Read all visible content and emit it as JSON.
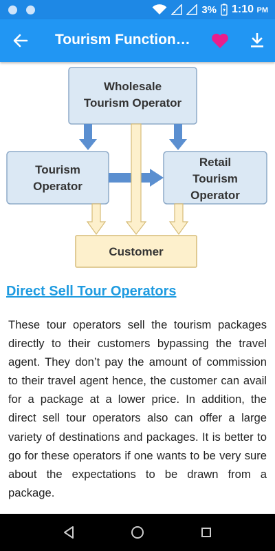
{
  "status_bar": {
    "battery_percent": "3%",
    "time": "1:10",
    "meridiem": "PM"
  },
  "app_bar": {
    "title": "Tourism Functiona…",
    "icons": {
      "back": "arrow-back-icon",
      "favorite": "heart-icon",
      "download": "download-icon"
    },
    "favorite_color": "#e91e8c",
    "background_color": "#2196f3"
  },
  "diagram": {
    "wholesale_line1": "Wholesale",
    "wholesale_line2": "Tourism Operator",
    "tourism_line1": "Tourism",
    "tourism_line2": "Operator",
    "retail_line1": "Retail",
    "retail_line2": "Tourism",
    "retail_line3": "Operator",
    "customer": "Customer"
  },
  "content": {
    "section_link": "Direct Sell Tour Operators",
    "paragraph": "These tour operators sell the tourism packages directly to their customers bypassing the travel agent. They don’t pay the amount of commission to their travel agent hence, the customer can avail for a package at a lower price. In addition, the direct sell tour operators also can offer a large variety of destinations and packages. It is better to go for these operators if one wants to be very sure about the expectations to be drawn from a package.",
    "link_color": "#1e9be0"
  },
  "nav_bar": {
    "icons": {
      "back": "nav-back-icon",
      "home": "nav-home-icon",
      "recents": "nav-recents-icon"
    }
  }
}
